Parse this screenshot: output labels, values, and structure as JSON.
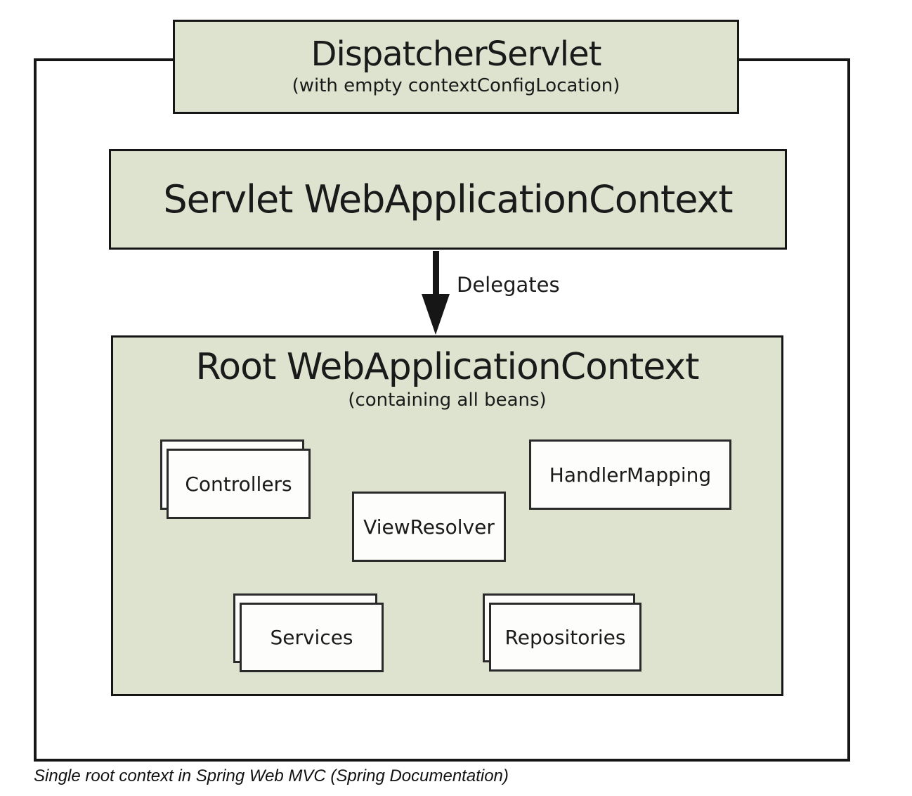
{
  "colors": {
    "box_fill": "#dee3d0",
    "inner_box_fill": "#fdfdfc",
    "line": "#161616",
    "text": "#1a1a1a"
  },
  "diagram": {
    "dispatcher_servlet": {
      "title": "DispatcherServlet",
      "subtitle": "(with empty contextConfigLocation)"
    },
    "servlet_context": {
      "title": "Servlet WebApplicationContext"
    },
    "arrow_label": "Delegates",
    "root_context": {
      "title": "Root WebApplicationContext",
      "subtitle": "(containing all beans)",
      "beans": [
        {
          "label": "Controllers"
        },
        {
          "label": "HandlerMapping"
        },
        {
          "label": "ViewResolver"
        },
        {
          "label": "Services"
        },
        {
          "label": "Repositories"
        }
      ]
    }
  },
  "caption": "Single root context in Spring Web MVC (Spring Documentation)"
}
